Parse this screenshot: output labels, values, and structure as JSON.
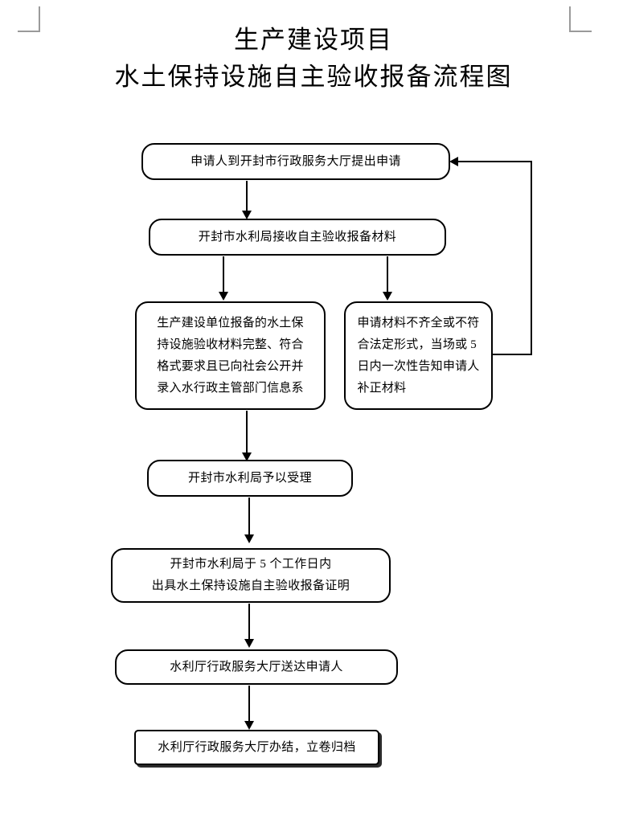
{
  "document": {
    "title_line_1": "生产建设项目",
    "title_line_2": "水土保持设施自主验收报备流程图"
  },
  "flow": {
    "type": "flowchart",
    "orientation": "top-to-bottom",
    "nodes": [
      {
        "id": "apply",
        "label": "申请人到开封市行政服务大厅提出申请",
        "shape": "rounded-rect"
      },
      {
        "id": "receive",
        "label": "开封市水利局接收自主验收报备材料",
        "shape": "rounded-rect"
      },
      {
        "id": "complete-check",
        "line_1": "生产建设单位报备的水土保",
        "line_2": "持设施验收材料完整、符合",
        "line_3": "格式要求且已向社会公开并",
        "line_4": "录入水行政主管部门信息系",
        "shape": "rounded-rect"
      },
      {
        "id": "incomplete-notice",
        "line_1": "申请材料不齐全或不符",
        "line_2": "合法定形式，当场或 5",
        "line_3": "日内一次性告知申请人",
        "line_4": "补正材料",
        "shape": "rounded-rect"
      },
      {
        "id": "accept",
        "label": "开封市水利局予以受理",
        "shape": "rounded-rect"
      },
      {
        "id": "issue-certificate",
        "line_1": "开封市水利局于 5 个工作日内",
        "line_2": "出具水土保持设施自主验收报备证明",
        "shape": "rounded-rect"
      },
      {
        "id": "deliver",
        "label": "水利厅行政服务大厅送达申请人",
        "shape": "rounded-rect"
      },
      {
        "id": "archive",
        "label": "水利厅行政服务大厅办结，立卷归档",
        "shape": "rect-shadow"
      }
    ],
    "edges": [
      {
        "from": "apply",
        "to": "receive",
        "direction": "down"
      },
      {
        "from": "receive",
        "to": "complete-check",
        "direction": "down"
      },
      {
        "from": "receive",
        "to": "incomplete-notice",
        "direction": "down"
      },
      {
        "from": "complete-check",
        "to": "accept",
        "direction": "down"
      },
      {
        "from": "accept",
        "to": "issue-certificate",
        "direction": "down"
      },
      {
        "from": "issue-certificate",
        "to": "deliver",
        "direction": "down"
      },
      {
        "from": "deliver",
        "to": "archive",
        "direction": "down"
      },
      {
        "from": "incomplete-notice",
        "to": "apply",
        "direction": "loop-right-up-left"
      }
    ]
  },
  "colors": {
    "line": "#000000",
    "text": "#000000",
    "crop_mark": "#9a9a9a",
    "background": "#ffffff"
  }
}
